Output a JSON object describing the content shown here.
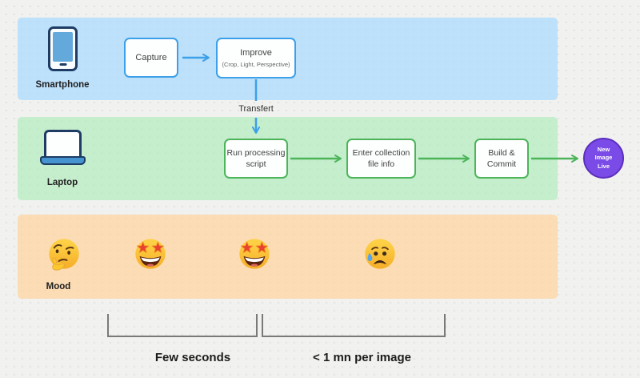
{
  "lanes": {
    "smartphone": {
      "label": "Smartphone",
      "color": "#BDE1FB"
    },
    "laptop": {
      "label": "Laptop",
      "color": "#C5EECD"
    },
    "mood": {
      "label": "Mood",
      "color": "#FBDCB4"
    }
  },
  "nodes": {
    "capture": {
      "title": "Capture"
    },
    "improve": {
      "title": "Improve",
      "subtitle": "(Crop, Light, Perspective)"
    },
    "transfer": {
      "label": "Transfert"
    },
    "run_script": {
      "line1": "Run processing",
      "line2": "script"
    },
    "enter_info": {
      "line1": "Enter collection",
      "line2": "file info"
    },
    "build_commit": {
      "line1": "Build &",
      "line2": "Commit"
    },
    "result": {
      "line1": "New",
      "line2": "Image",
      "line3": "Live",
      "color": "#7B4BE8"
    }
  },
  "mood": {
    "emojis": [
      "thinking-face",
      "star-struck",
      "star-struck",
      "sad-but-relieved-face"
    ]
  },
  "timing": {
    "few_seconds": "Few seconds",
    "per_image": "< 1 mn per image"
  },
  "colors": {
    "flow_blue": "#3DA0E8",
    "flow_green": "#4DB45A",
    "bracket_gray": "#7A7A7A",
    "background": "#F1F1EF"
  }
}
